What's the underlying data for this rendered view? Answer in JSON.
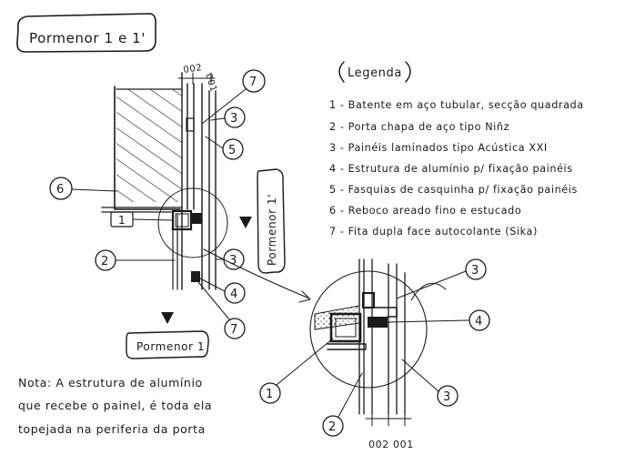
{
  "title": "Pormenor 1 e 1'",
  "legend": {
    "heading": "Legenda",
    "items": [
      "1 - Batente em aço tubular, secção quadrada",
      "2 - Porta chapa de aço tipo Niñz",
      "3 - Painéis laminados tipo Acústica XXI",
      "4 - Estrutura de alumínio p/ fixação painéis",
      "5 - Fasquias de casquinha p/ fixação painéis",
      "6 - Reboco areado fino e estucado",
      "7 - Fita dupla face autocolante (Sika)"
    ]
  },
  "detail_1": {
    "label": "Pormenor 1",
    "dim_a": "002",
    "dim_b": "001",
    "callouts": [
      "7",
      "3",
      "5",
      "6",
      "1",
      "2",
      "3",
      "4",
      "7"
    ]
  },
  "detail_1p": {
    "label": "Pormenor 1'",
    "dim_a": "002",
    "dim_b": "001",
    "callouts": [
      "3",
      "4",
      "1",
      "2",
      "3"
    ]
  },
  "note": {
    "lines": [
      "Nota: A estrutura de alumínio",
      "que recebe o painel, é toda ela",
      "topejada na periferia da porta"
    ]
  }
}
